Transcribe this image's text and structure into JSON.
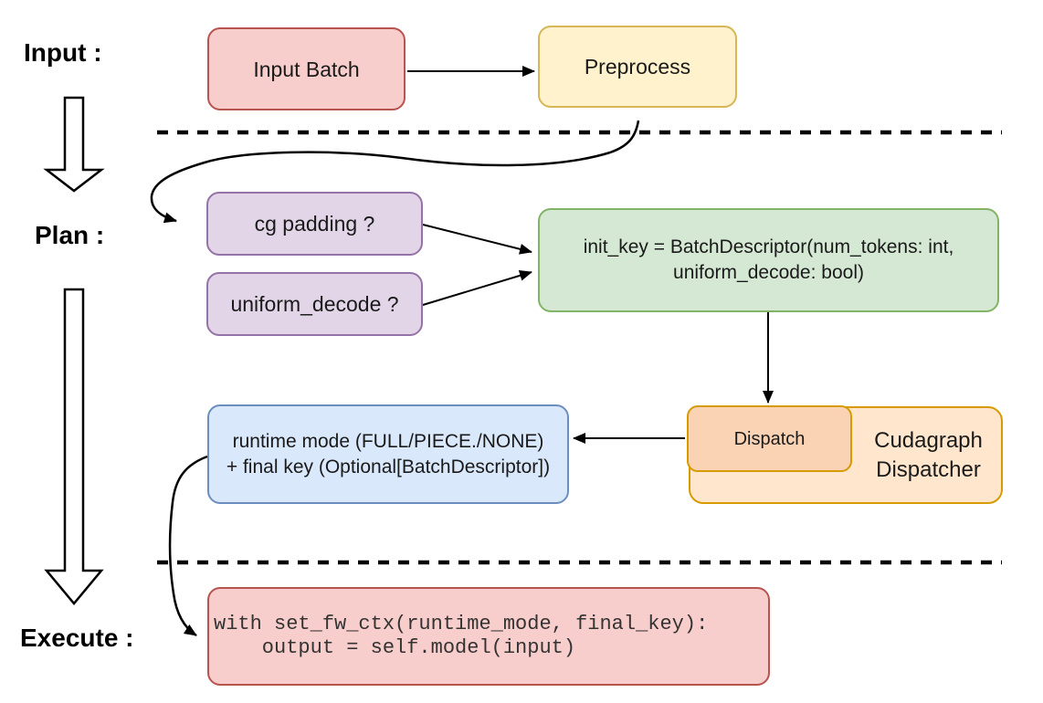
{
  "sections": {
    "input": "Input :",
    "plan": "Plan :",
    "execute": "Execute :"
  },
  "nodes": {
    "input_batch": {
      "label": "Input Batch",
      "fill": "#F8CECC",
      "stroke": "#B85450"
    },
    "preprocess": {
      "label": "Preprocess",
      "fill": "#FFF2CC",
      "stroke": "#D6B656"
    },
    "cg_padding": {
      "label": "cg padding ?",
      "fill": "#E1D5E7",
      "stroke": "#9673A6"
    },
    "uniform_decode": {
      "label": "uniform_decode ?",
      "fill": "#E1D5E7",
      "stroke": "#9673A6"
    },
    "init_key": {
      "line1": "init_key = BatchDescriptor(num_tokens: int,",
      "line2": "uniform_decode: bool)",
      "fill": "#D5E8D4",
      "stroke": "#82B366"
    },
    "dispatch": {
      "label": "Dispatch",
      "fill": "#FAD2B4",
      "stroke": "#D79B00"
    },
    "cudagraph_dispatcher": {
      "line1": "Cudagraph",
      "line2": "Dispatcher",
      "fill": "#FFE6CC",
      "stroke": "#D79B00"
    },
    "runtime_result": {
      "line1": "runtime mode (FULL/PIECE./NONE)",
      "line2": "+ final key (Optional[BatchDescriptor])",
      "fill": "#DAE8FC",
      "stroke": "#6C8EBF"
    },
    "execute_code": {
      "line1": "with set_fw_ctx(runtime_mode, final_key):",
      "line2": "    output = self.model(input)",
      "fill": "#F8CECC",
      "stroke": "#B85450"
    }
  },
  "edges": [
    {
      "from": "input_batch",
      "to": "preprocess"
    },
    {
      "from": "preprocess",
      "to": "cg_padding"
    },
    {
      "from": "cg_padding",
      "to": "init_key"
    },
    {
      "from": "uniform_decode",
      "to": "init_key"
    },
    {
      "from": "init_key",
      "to": "dispatch"
    },
    {
      "from": "dispatch",
      "to": "runtime_result"
    },
    {
      "from": "runtime_result",
      "to": "execute_code"
    }
  ],
  "separators": [
    {
      "between": "input-and-plan",
      "style": "dashed"
    },
    {
      "between": "plan-and-execute",
      "style": "dashed"
    }
  ],
  "colors": {
    "connector": "#000000",
    "background": "#FFFFFF",
    "code_text": "#333333"
  }
}
